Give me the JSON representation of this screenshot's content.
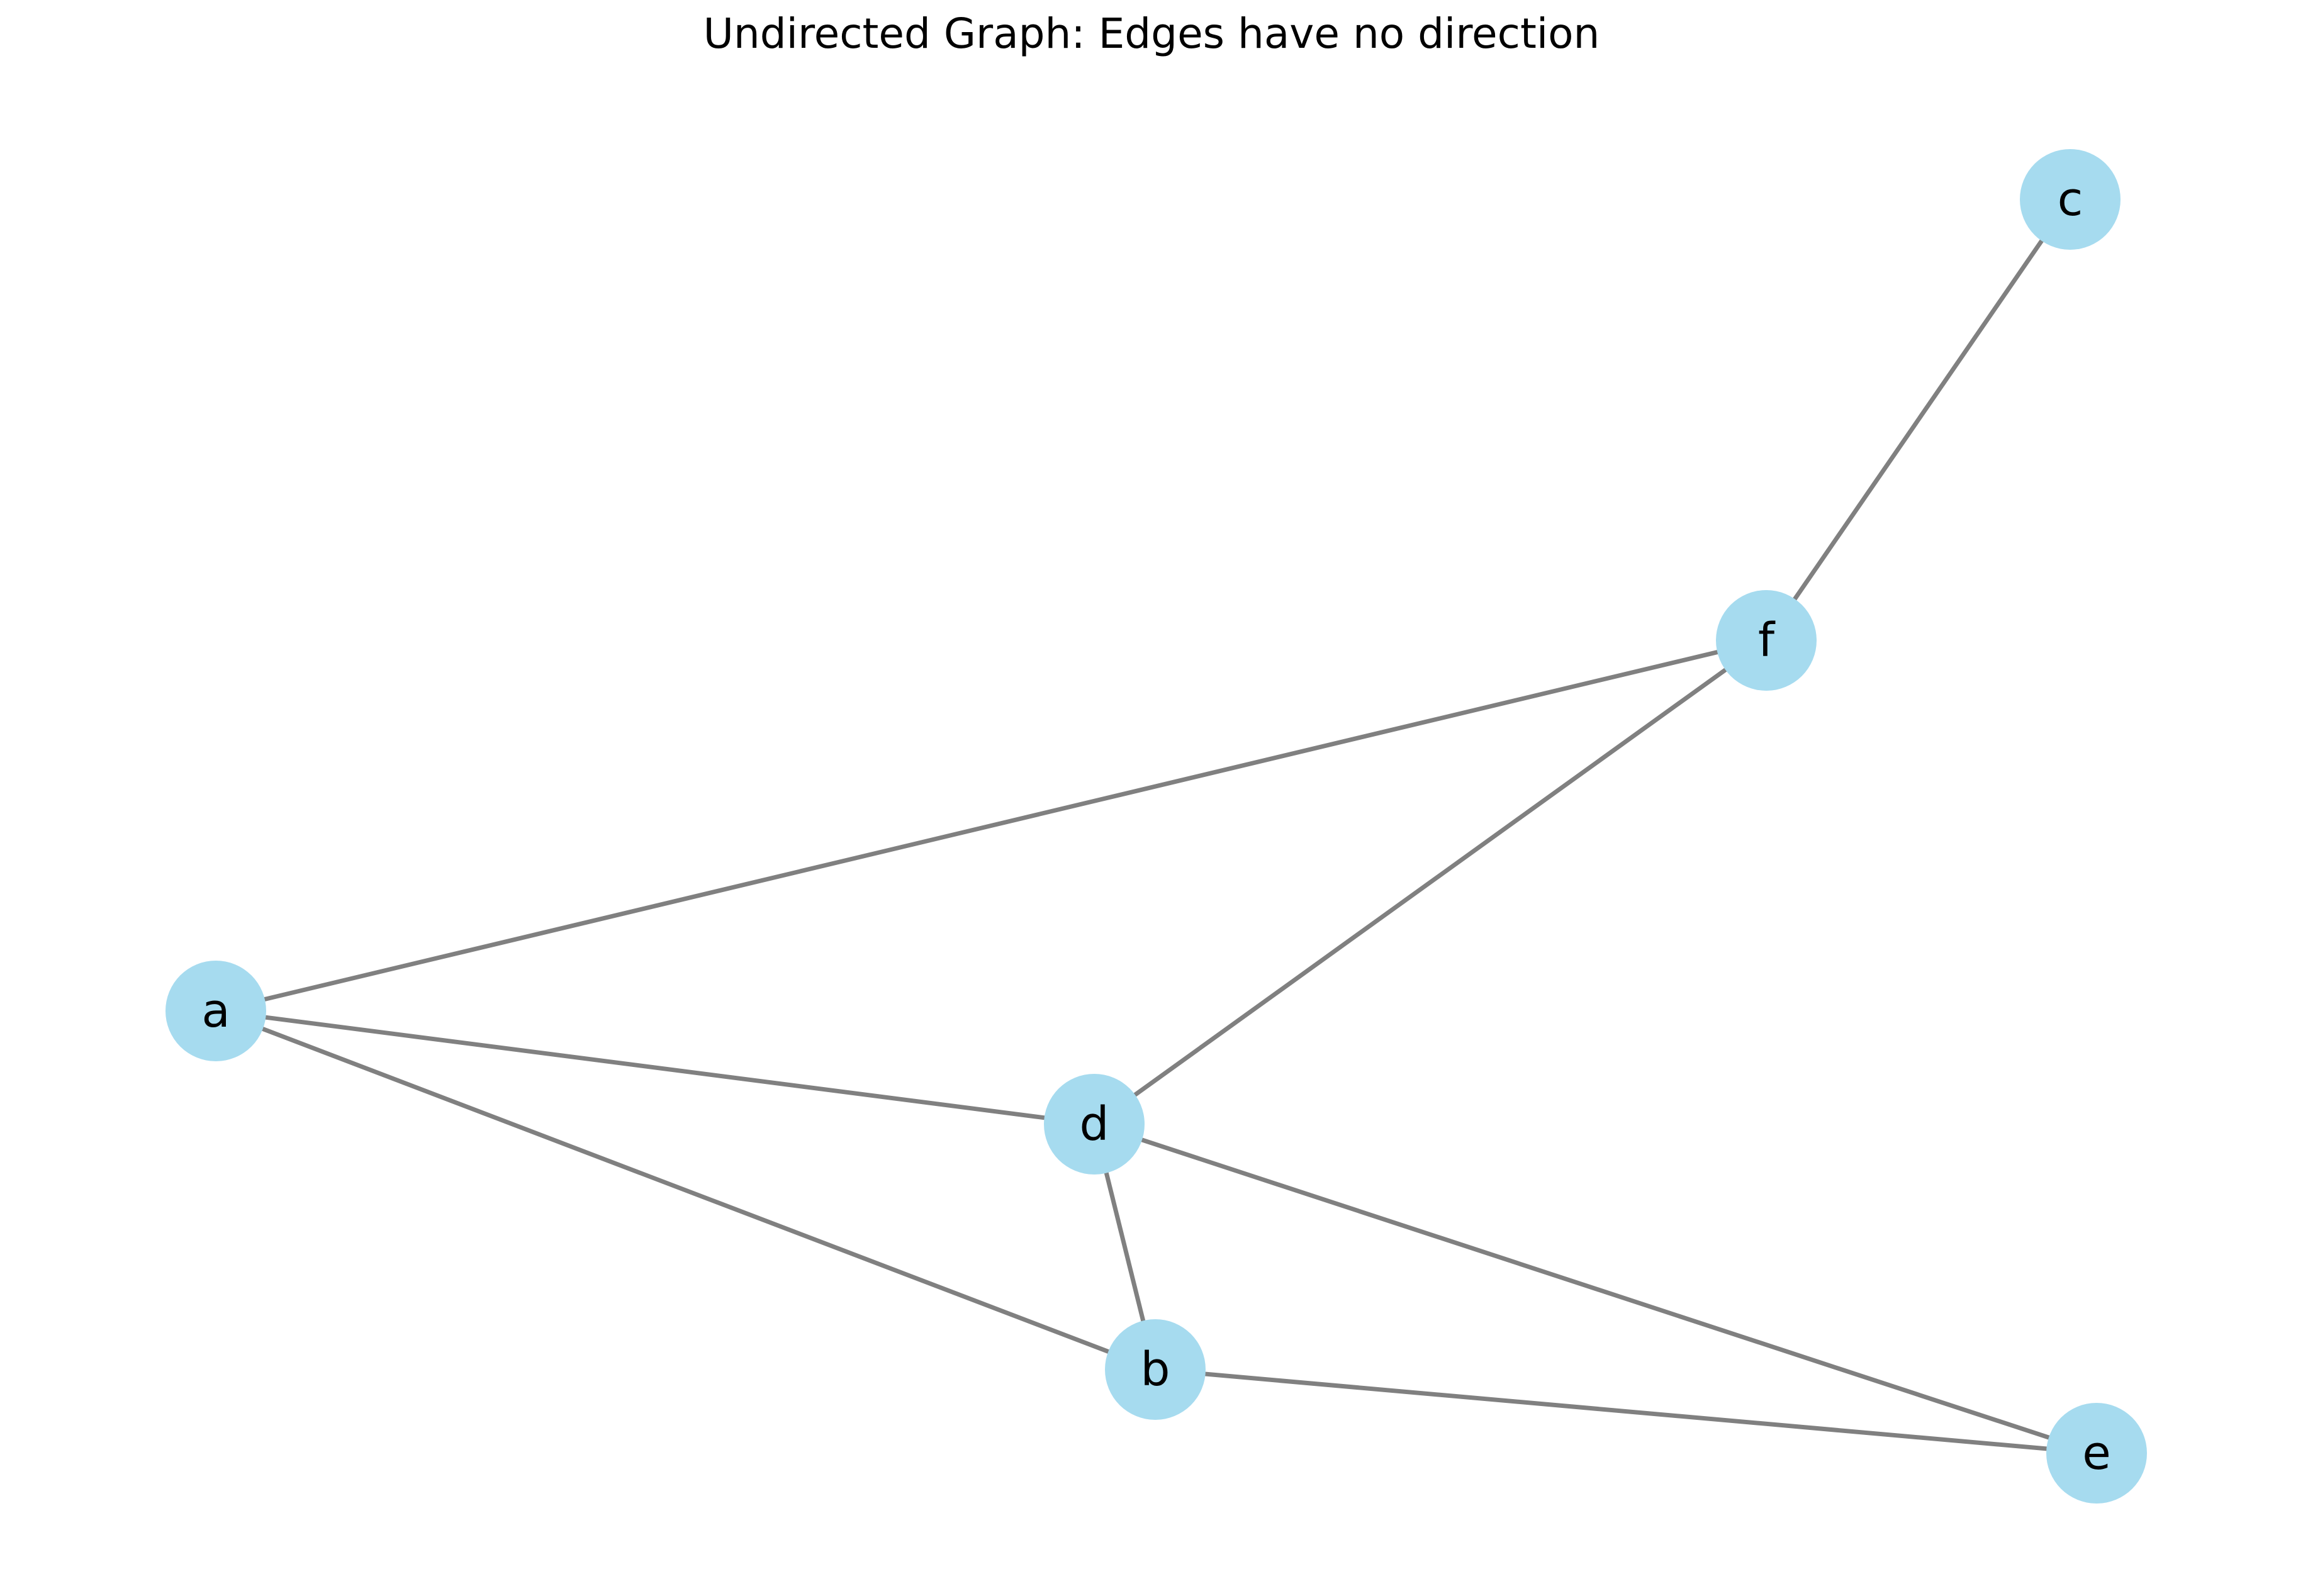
{
  "title": "Undirected Graph: Edges have no direction",
  "colors": {
    "node_fill": "#a6dbef",
    "edge": "#808080",
    "label": "#000000"
  },
  "nodes": [
    {
      "id": "a",
      "label": "a"
    },
    {
      "id": "b",
      "label": "b"
    },
    {
      "id": "c",
      "label": "c"
    },
    {
      "id": "d",
      "label": "d"
    },
    {
      "id": "e",
      "label": "e"
    },
    {
      "id": "f",
      "label": "f"
    }
  ],
  "edges": [
    {
      "source": "a",
      "target": "f"
    },
    {
      "source": "a",
      "target": "d"
    },
    {
      "source": "a",
      "target": "b"
    },
    {
      "source": "d",
      "target": "f"
    },
    {
      "source": "d",
      "target": "b"
    },
    {
      "source": "d",
      "target": "e"
    },
    {
      "source": "b",
      "target": "e"
    },
    {
      "source": "f",
      "target": "c"
    }
  ]
}
